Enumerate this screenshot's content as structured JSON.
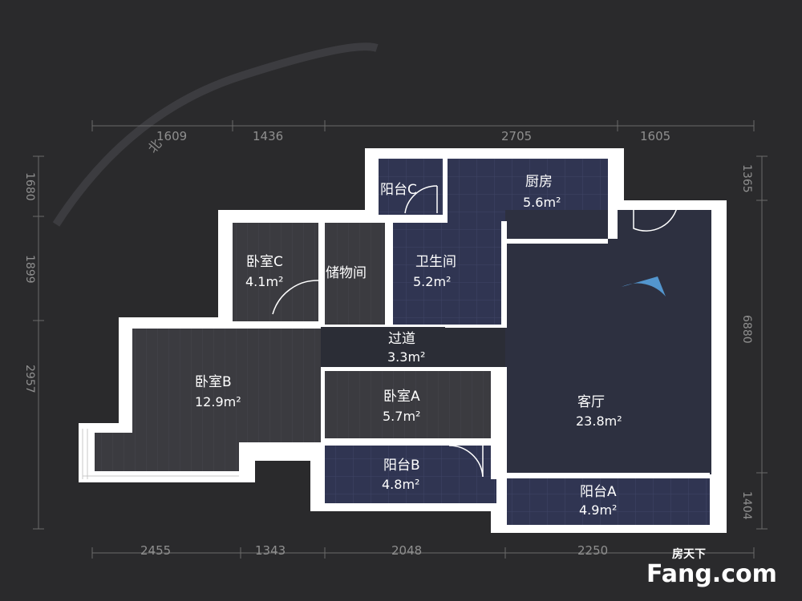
{
  "compass": {
    "north_label": "北"
  },
  "rooms": [
    {
      "id": "balcony-c",
      "name": "阳台C",
      "area": ""
    },
    {
      "id": "kitchen",
      "name": "厨房",
      "area": "5.6m²"
    },
    {
      "id": "bedroom-c",
      "name": "卧室C",
      "area": "4.1m²"
    },
    {
      "id": "storage",
      "name": "储物间",
      "area": ""
    },
    {
      "id": "bathroom",
      "name": "卫生间",
      "area": "5.2m²"
    },
    {
      "id": "corridor",
      "name": "过道",
      "area": "3.3m²"
    },
    {
      "id": "bedroom-b",
      "name": "卧室B",
      "area": "12.9m²"
    },
    {
      "id": "bedroom-a",
      "name": "卧室A",
      "area": "5.7m²"
    },
    {
      "id": "living",
      "name": "客厅",
      "area": "23.8m²"
    },
    {
      "id": "balcony-b",
      "name": "阳台B",
      "area": "4.8m²"
    },
    {
      "id": "balcony-a",
      "name": "阳台A",
      "area": "4.9m²"
    }
  ],
  "dimensions": {
    "top": [
      "1609",
      "1436",
      "2705",
      "1605"
    ],
    "bottom": [
      "2455",
      "1343",
      "2048",
      "2250"
    ],
    "left": [
      "1680",
      "1899",
      "2957"
    ],
    "right": [
      "1365",
      "6880",
      "1404"
    ]
  },
  "watermark": {
    "line1": "房天下",
    "line2": "Fang.com"
  },
  "colors": {
    "background": "#2a2a2c",
    "wall": "#ffffff",
    "floor_living": "#2d3040",
    "floor_tile": "#303552",
    "floor_wood": "#3b3b40",
    "dimension_text": "#8f8f8f"
  }
}
